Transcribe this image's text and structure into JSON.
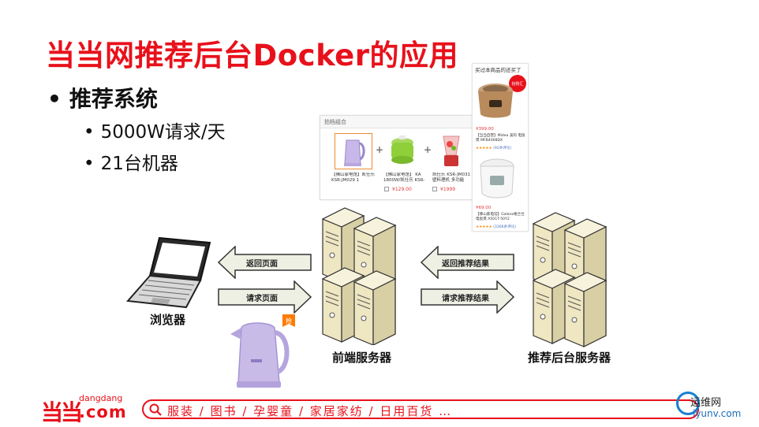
{
  "slide": {
    "title": "当当网推荐后台Docker的应用",
    "bullet_main": "推荐系统",
    "bullet_sub": [
      "5000W请求/天",
      "21台机器"
    ]
  },
  "combo_panel": {
    "header": "拍档组合",
    "items": [
      {
        "name": "【佛山家电馆】凯仕乐 KSR-JM029 1",
        "price": ""
      },
      {
        "name": "【佛山家电馆】 KA 1800W/凯仕乐 KSR-",
        "price": "¥129.00"
      },
      {
        "name": "凯仕乐 KSR-JM031 破壁料理机 多功能",
        "price": "¥1999"
      }
    ]
  },
  "buy_panel": {
    "header": "买过本商品的还买了",
    "badge": "抢购汇",
    "products": [
      {
        "price": "¥399.00",
        "desc": "【当当自营】Midea 美的 电饭煲 MFB4008DX",
        "rating": "★★★★★",
        "reviews": "(92条评论)"
      },
      {
        "price": "¥69.00",
        "desc": "【佛山家电馆】Galanz格兰仕 电饭煲 A501T-50Y2",
        "rating": "★★★★★",
        "reviews": "(3366条评论)"
      }
    ]
  },
  "diagram": {
    "browser_label": "浏览器",
    "frontend_label": "前端服务器",
    "backend_label": "推荐后台服务器",
    "arrows": {
      "return_page": "返回页面",
      "request_page": "请求页面",
      "return_result": "返回推荐结果",
      "request_result": "请求推荐结果"
    },
    "kettle_badge": "抢"
  },
  "footer": {
    "logo_cn": "当当",
    "logo_en_top": "dangdang",
    "logo_en_bottom": ".com",
    "search_text": "服装 / 图书 / 孕婴童 / 家居家纺 / 日用百货 …",
    "watermark": "运维网",
    "watermark_url": "iyunv.com"
  },
  "colors": {
    "brand_red": "#e8111b",
    "arrow_fill": "#eef0e4",
    "server_fill": "#f2ecd2"
  }
}
